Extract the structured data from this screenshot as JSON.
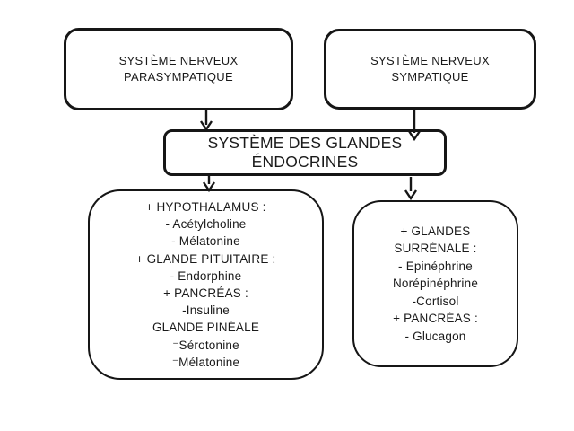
{
  "colors": {
    "stroke": "#161616",
    "text": "#1a1a1a",
    "background": "#ffffff"
  },
  "boxes": {
    "parasympathetic": {
      "lines": [
        "SYSTÈME NERVEUX",
        "PARASYMPATIQUE"
      ]
    },
    "sympathetic": {
      "lines": [
        "SYSTÈME NERVEUX",
        "SYMPATIQUE"
      ]
    },
    "endocrine_glands": {
      "lines": [
        "SYSTÈME DES GLANDES",
        "ÉNDOCRINES"
      ]
    },
    "left_glands": {
      "lines": [
        "+ HYPOTHALAMUS :",
        "- Acétylcholine",
        "- Mélatonine",
        "+ GLANDE PITUITAIRE :",
        "- Endorphine",
        "+ PANCRÉAS :",
        "-Insuline",
        "GLANDE PINÉALE",
        "⁻Sérotonine",
        "⁻Mélatonine"
      ]
    },
    "right_glands": {
      "lines": [
        "+ GLANDES",
        "SURRÉNALE :",
        "- Epinéphrine",
        "Norépinéphrine",
        "-Cortisol",
        "+ PANCRÉAS :",
        "- Glucagon"
      ]
    }
  },
  "connections": [
    {
      "from": "parasympathetic",
      "to": "endocrine_glands"
    },
    {
      "from": "sympathetic",
      "to": "endocrine_glands"
    },
    {
      "from": "endocrine_glands",
      "to": "left_glands"
    },
    {
      "from": "endocrine_glands",
      "to": "right_glands"
    }
  ]
}
